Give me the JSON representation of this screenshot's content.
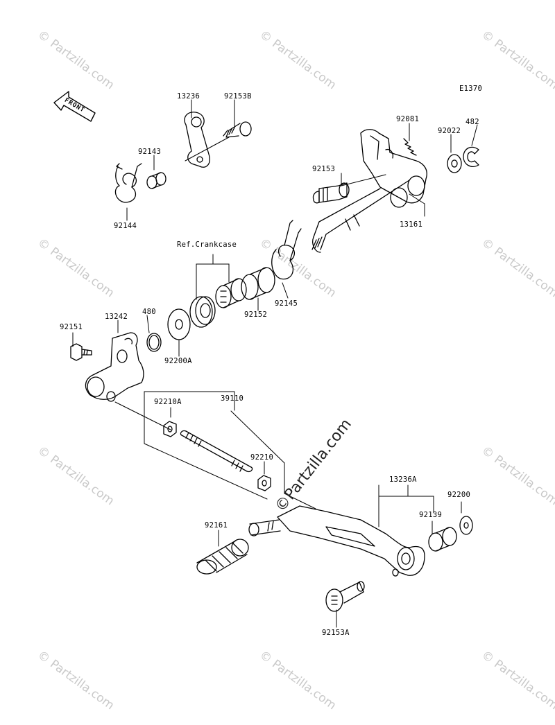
{
  "diagram_code": "E1370",
  "front_label": "FRONT",
  "ref_label": "Ref.Crankcase",
  "watermark": "© Partzilla.com",
  "watermark_center": "©Partzilla.com",
  "parts": {
    "p13236": "13236",
    "p92153B": "92153B",
    "p92143": "92143",
    "p92144": "92144",
    "p92081": "92081",
    "p92022": "92022",
    "p482": "482",
    "p92153": "92153",
    "p13161": "13161",
    "p92145": "92145",
    "p92152": "92152",
    "p13242": "13242",
    "p480": "480",
    "p92151": "92151",
    "p92200A": "92200A",
    "p92210A": "92210A",
    "p39110": "39110",
    "p92210": "92210",
    "p13236A": "13236A",
    "p92200": "92200",
    "p92139": "92139",
    "p92161": "92161",
    "p92153A": "92153A"
  }
}
